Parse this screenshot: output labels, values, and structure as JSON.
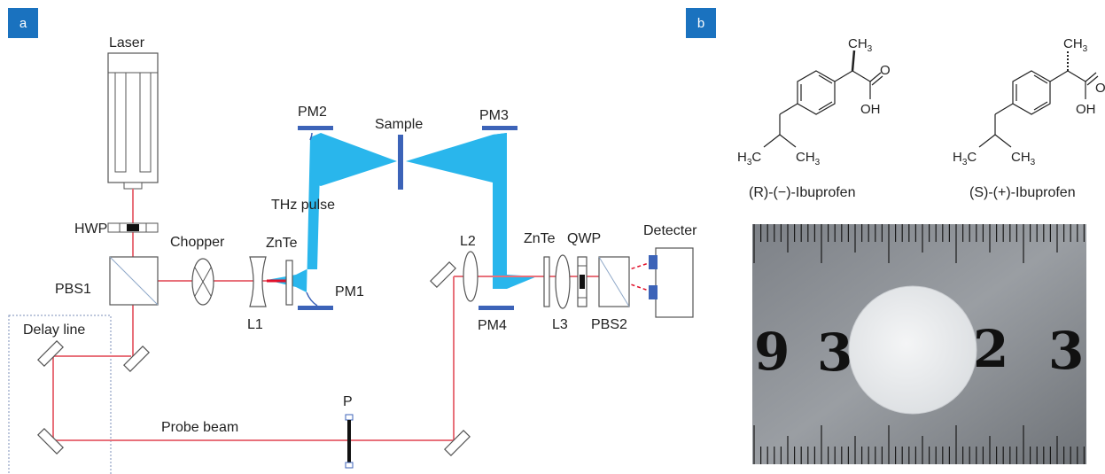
{
  "panels": {
    "a": "a",
    "b": "b"
  },
  "colors": {
    "badge": "#1a72bf",
    "thz": "#29b6ec",
    "laser": "#e8707a",
    "optic": "#3c63b8",
    "outline": "#666666"
  },
  "labels": {
    "laser": "Laser",
    "hwp": "HWP",
    "pbs1": "PBS1",
    "chopper": "Chopper",
    "znte1": "ZnTe",
    "l1": "L1",
    "pm1": "PM1",
    "pm2": "PM2",
    "thz_pulse": "THz pulse",
    "sample": "Sample",
    "pm3": "PM3",
    "pm4": "PM4",
    "l2": "L2",
    "znte2": "ZnTe",
    "qwp": "QWP",
    "l3": "L3",
    "pbs2": "PBS2",
    "detector": "Detecter",
    "delay_line": "Delay line",
    "probe_beam": "Probe beam",
    "p": "P"
  },
  "molecules": {
    "r": {
      "name": "(R)-(−)-Ibuprofen",
      "ch3": "CH",
      "ch3_sub": "3",
      "o": "O",
      "oh": "OH",
      "h3c": "H",
      "h3c_sub": "3",
      "h3c_c": "C",
      "ch3b": "CH",
      "ch3b_sub": "3"
    },
    "s": {
      "name": "(S)-(+)-Ibuprofen",
      "ch3": "CH",
      "ch3_sub": "3",
      "o": "O",
      "oh": "OH",
      "h3c": "H",
      "h3c_sub": "3",
      "h3c_c": "C",
      "ch3b": "CH",
      "ch3b_sub": "3"
    }
  },
  "photo": {
    "ruler_left_9": "9",
    "ruler_left_3": "3",
    "ruler_right_2": "2",
    "ruler_right_3": "3"
  }
}
